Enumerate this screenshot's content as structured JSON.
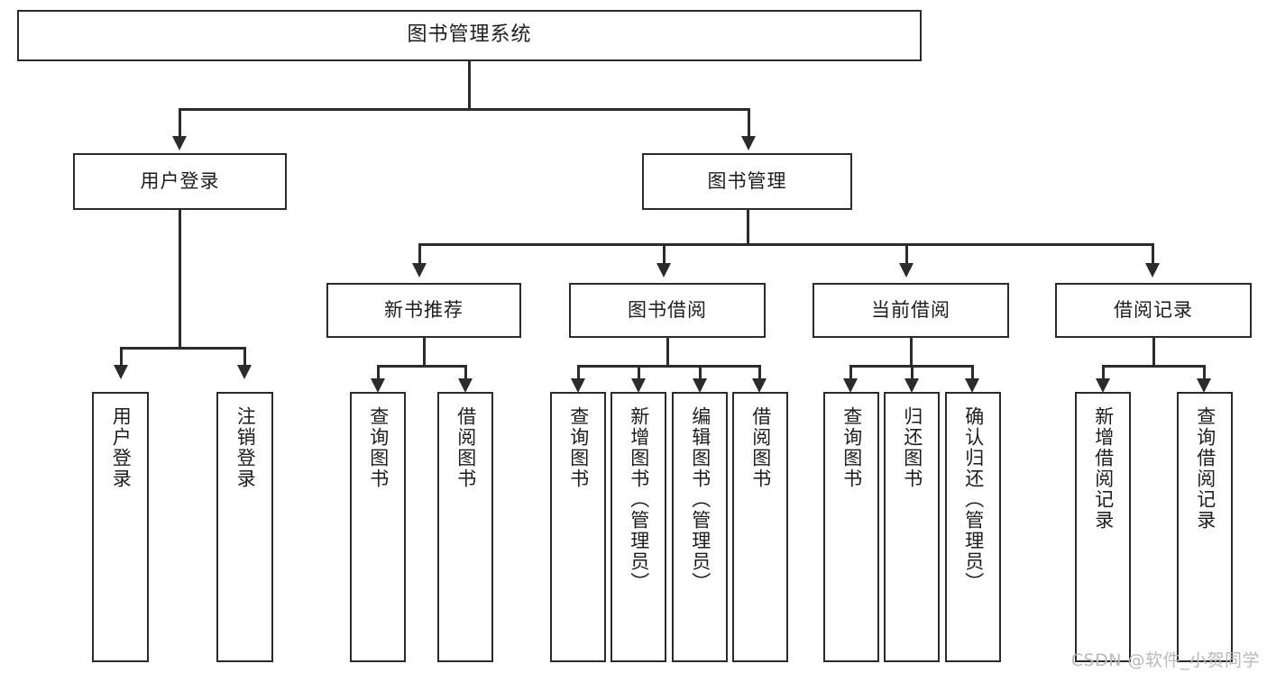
{
  "diagram": {
    "title": "图书管理系统",
    "type": "tree-hierarchy",
    "watermark": "CSDN @软件_小贺同学",
    "colors": {
      "stroke": "#2b2b2b",
      "fill": "#ffffff",
      "text": "#1d1d1d",
      "watermark": "#b9b9b9"
    }
  },
  "nodes": {
    "root": {
      "label": "图书管理系统",
      "level": 1
    },
    "level2": [
      {
        "id": "user-login",
        "label": "用户登录"
      },
      {
        "id": "book-manage",
        "label": "图书管理"
      }
    ],
    "level3": [
      {
        "id": "new-book-recommend",
        "label": "新书推荐"
      },
      {
        "id": "book-borrow",
        "label": "图书借阅"
      },
      {
        "id": "current-borrow",
        "label": "当前借阅"
      },
      {
        "id": "borrow-record",
        "label": "借阅记录"
      }
    ],
    "leaves": {
      "user-login": [
        {
          "id": "leaf-user-login",
          "label": "用户登录"
        },
        {
          "id": "leaf-logout",
          "label": "注销登录"
        }
      ],
      "new-book-recommend": [
        {
          "id": "leaf-query-book-1",
          "label": "查询图书"
        },
        {
          "id": "leaf-borrow-book-1",
          "label": "借阅图书"
        }
      ],
      "book-borrow": [
        {
          "id": "leaf-query-book-2",
          "label": "查询图书"
        },
        {
          "id": "leaf-add-book",
          "label": "新增图书（管理员）"
        },
        {
          "id": "leaf-edit-book",
          "label": "编辑图书（管理员）"
        },
        {
          "id": "leaf-borrow-book-2",
          "label": "借阅图书"
        }
      ],
      "current-borrow": [
        {
          "id": "leaf-query-book-3",
          "label": "查询图书"
        },
        {
          "id": "leaf-return-book",
          "label": "归还图书"
        },
        {
          "id": "leaf-confirm-return",
          "label": "确认归还（管理员）"
        }
      ],
      "borrow-record": [
        {
          "id": "leaf-add-record",
          "label": "新增借阅记录"
        },
        {
          "id": "leaf-query-record",
          "label": "查询借阅记录"
        }
      ]
    }
  }
}
